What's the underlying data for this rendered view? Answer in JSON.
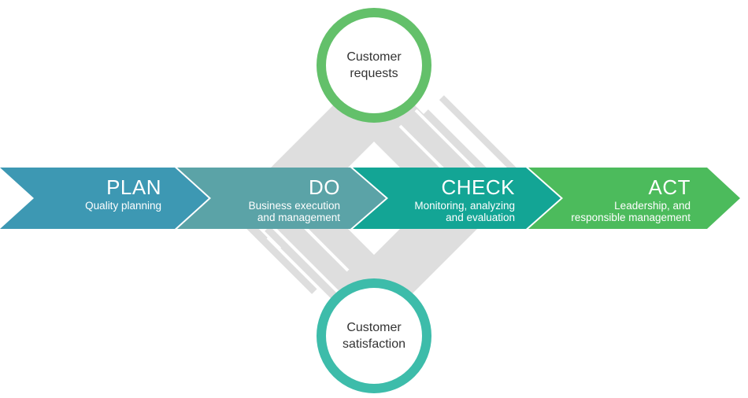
{
  "colors": {
    "plan": "#3d98b3",
    "do": "#5ba3a7",
    "check": "#13a595",
    "act": "#4cbb5c",
    "diamond": "#dedede",
    "circle_top": "#63c06a",
    "circle_bottom": "#3dbcaa",
    "circle_text": "#333333"
  },
  "steps": [
    {
      "id": "plan",
      "title": "PLAN",
      "desc_line1": "Quality planning",
      "desc_line2": ""
    },
    {
      "id": "do",
      "title": "DO",
      "desc_line1": "Business execution",
      "desc_line2": "and management"
    },
    {
      "id": "check",
      "title": "CHECK",
      "desc_line1": "Monitoring, analyzing",
      "desc_line2": "and evaluation"
    },
    {
      "id": "act",
      "title": "ACT",
      "desc_line1": "Leadership, and",
      "desc_line2": "responsible management"
    }
  ],
  "circles": {
    "top": {
      "line1": "Customer",
      "line2": "requests"
    },
    "bottom": {
      "line1": "Customer",
      "line2": "satisfaction"
    }
  }
}
